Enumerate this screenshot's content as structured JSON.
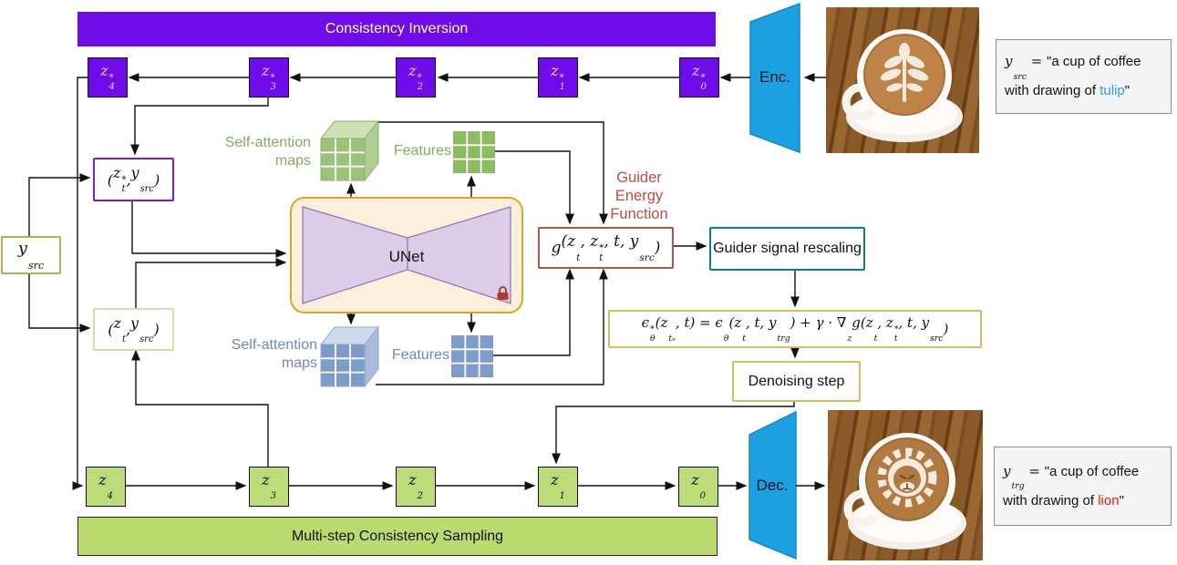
{
  "palette": {
    "inversion_purple": "#6E0BE8",
    "sampling_green": "#BCDB79",
    "sampling_bar_green": "#BCDB6E",
    "enc_dec_blue": "#1BA1E2",
    "unet_fill": "#FCEFDB",
    "unet_border": "#DCA62A",
    "unet_trapezoid_fill": "#DBCCEA",
    "unet_trapezoid_border": "#9673A6",
    "guider_red": "#B85450",
    "energy_label_red": "#BE4A43",
    "rescaling_teal": "#0F7E8C",
    "equation_gold": "#D9BC5F",
    "ysrc_gold": "#C4A84E",
    "pair_star_purple": "#7E1BD8",
    "pair_green": "#CEE3A2",
    "attention_green": "#83AD60",
    "attention_blue": "#7189B8",
    "tulip_blue": "#2D9FE8",
    "lion_red": "#E5201C",
    "lock_red": "#B03A2E"
  },
  "inversion": {
    "bar_label": "Consistency Inversion",
    "encoder_label": "Enc.",
    "nodes": [
      {
        "segments": [
          {
            "t": "z",
            "sup": "*",
            "sub": "4"
          }
        ]
      },
      {
        "segments": [
          {
            "t": "z",
            "sup": "*",
            "sub": "3"
          }
        ]
      },
      {
        "segments": [
          {
            "t": "z",
            "sup": "*",
            "sub": "2"
          }
        ]
      },
      {
        "segments": [
          {
            "t": "z",
            "sup": "*",
            "sub": "1"
          }
        ]
      },
      {
        "segments": [
          {
            "t": "z",
            "sup": "*",
            "sub": "0"
          }
        ]
      }
    ]
  },
  "sampling": {
    "bar_label": "Multi-step Consistency Sampling",
    "decoder_label": "Dec.",
    "nodes": [
      {
        "segments": [
          {
            "t": "z",
            "sub": "4"
          }
        ]
      },
      {
        "segments": [
          {
            "t": "z",
            "sub": "3"
          }
        ]
      },
      {
        "segments": [
          {
            "t": "z",
            "sub": "2"
          }
        ]
      },
      {
        "segments": [
          {
            "t": "z",
            "sub": "1"
          }
        ]
      },
      {
        "segments": [
          {
            "t": "z",
            "sub": "0"
          }
        ]
      }
    ]
  },
  "left": {
    "pair_star": {
      "segments": [
        {
          "t": "(",
          "v": true
        },
        {
          "t": "z",
          "v": true,
          "sup": "*",
          "sub": "t"
        },
        {
          "t": ", ",
          "v": true
        },
        {
          "t": "y",
          "v": true,
          "sub": "src"
        },
        {
          "t": ")",
          "v": true
        }
      ]
    },
    "y_src": {
      "segments": [
        {
          "t": "y",
          "v": true,
          "sub": "src"
        }
      ]
    },
    "pair": {
      "segments": [
        {
          "t": "(",
          "v": true
        },
        {
          "t": "z",
          "v": true,
          "sub": "t"
        },
        {
          "t": ", ",
          "v": true
        },
        {
          "t": "y",
          "v": true,
          "sub": "src"
        },
        {
          "t": ")",
          "v": true
        }
      ]
    }
  },
  "unet": {
    "label": "UNet",
    "lock_icon": "lock-icon"
  },
  "attention": {
    "top_maps_label": "Self-attention maps",
    "top_features_label": "Features",
    "bottom_maps_label": "Self-attention maps",
    "bottom_features_label": "Features"
  },
  "guider": {
    "energy_label": "Guider Energy Function",
    "g_function": {
      "segments": [
        {
          "t": "g",
          "v": true
        },
        {
          "t": "(z",
          "v": true,
          "sub": "t"
        },
        {
          "t": ", z",
          "v": true,
          "sup": "*",
          "sub": "t"
        },
        {
          "t": ", t, y",
          "v": true,
          "sub": "src"
        },
        {
          "t": ")",
          "v": true
        }
      ]
    },
    "rescaling_label": "Guider signal rescaling",
    "equation": {
      "segments": [
        {
          "t": "ϵ",
          "v": true,
          "sup": "*",
          "sub": "θ"
        },
        {
          "t": "(z",
          "v": true,
          "sub": "tₙ"
        },
        {
          "t": ", t) = ϵ",
          "v": true,
          "sub": "θ"
        },
        {
          "t": "(z",
          "v": true,
          "sub": "t"
        },
        {
          "t": ", t, y",
          "v": true,
          "sub": "trg"
        },
        {
          "t": ") + γ · ∇",
          "v": true,
          "sub": "z"
        },
        {
          "t": "g(z",
          "v": true,
          "sub": "t"
        },
        {
          "t": ", z",
          "v": true,
          "sup": "*",
          "sub": "t"
        },
        {
          "t": ", t, y",
          "v": true,
          "sub": "src"
        },
        {
          "t": ")",
          "v": true
        }
      ]
    },
    "denoising_label": "Denoising step"
  },
  "prompts": {
    "source": {
      "segments": [
        {
          "t": "y",
          "v": true,
          "sub": "src"
        },
        {
          "t": " = ",
          "v": true
        },
        {
          "t": "\"a cup of coffee with drawing of "
        },
        {
          "t": "tulip",
          "color": "#2D9FE8"
        },
        {
          "t": "\""
        }
      ]
    },
    "target": {
      "segments": [
        {
          "t": "y",
          "v": true,
          "sub": "trg"
        },
        {
          "t": " = ",
          "v": true
        },
        {
          "t": "\"a cup of coffee with drawing of "
        },
        {
          "t": "lion",
          "color": "#E5201C"
        },
        {
          "t": "\""
        }
      ]
    }
  }
}
